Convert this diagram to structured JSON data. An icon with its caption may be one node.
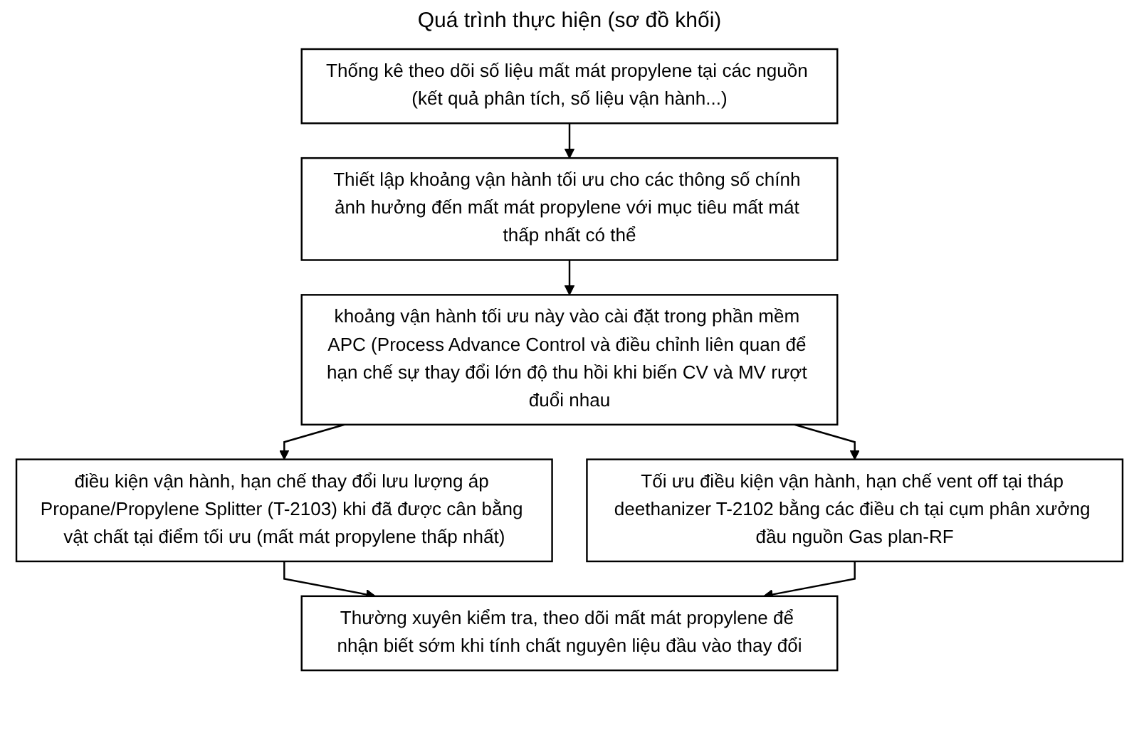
{
  "diagram": {
    "title": "Quá trình thực hiện (sơ đồ khối)",
    "nodes": [
      {
        "text": [
          "Thống kê theo dõi số liệu mất mát propylene tại các nguồn (kết quả phân tích, số liệu vận hành...)"
        ]
      },
      {
        "text": [
          "Thiết lập khoảng vận hành tối ưu cho các thông số chính ảnh hưởng đến mất mát propylene với mục tiêu mất mát thấp nhất có thể"
        ]
      },
      {
        "text": [
          "khoảng vận hành tối ưu này vào cài đặt trong phần mềm APC (Process Advance Control và điều chỉnh liên quan để hạn chế sự thay đổi lớn độ thu hồi khi biến CV và MV rượt đuổi nhau"
        ]
      },
      {
        "text": [
          "điều kiện vận hành, hạn chế thay đổi lưu lượng áp Propane/Propylene Splitter (T-2103) khi đã được cân bằng vật chất tại điểm tối ưu (mất mát propylene thấp nhất)"
        ]
      },
      {
        "text": [
          "Tối ưu điều kiện vận hành, hạn chế vent off tại tháp deethanizer T-2102 bằng các điều ch tại cụm phân xưởng đầu nguồn Gas plan-RF"
        ]
      },
      {
        "text": [
          "Thường xuyên kiểm tra, theo dõi mất mát propylene để nhận biết sớm khi tính chất nguyên liệu đầu vào thay đổi"
        ]
      }
    ],
    "edges": [
      {
        "from": 0,
        "to": 1,
        "arrow": "to"
      },
      {
        "from": 1,
        "to": 2,
        "arrow": "to"
      },
      {
        "from": 2,
        "to": 3,
        "arrow": "to"
      },
      {
        "from": 2,
        "to": 4,
        "arrow": "to"
      },
      {
        "from": 3,
        "to": 5,
        "arrow": "to"
      },
      {
        "from": 4,
        "to": 5,
        "arrow": "to"
      }
    ]
  }
}
